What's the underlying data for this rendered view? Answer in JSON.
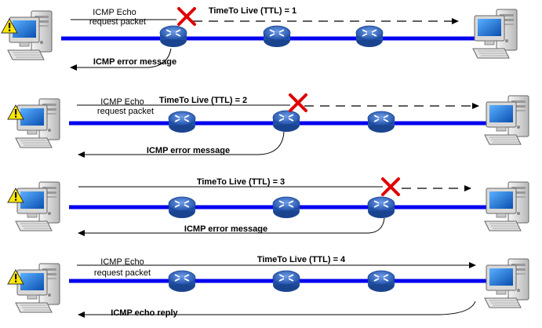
{
  "colors": {
    "link": "#0000ee",
    "router_fill": "#2a5db8",
    "router_top": "#5a8ad8",
    "fail_mark": "#e00000",
    "arrow": "#000000",
    "warning_fill": "#ffe800"
  },
  "icons": {
    "source_host": "computer-with-warning-icon",
    "destination_host": "computer-icon",
    "router": "router-icon",
    "drop": "red-x-icon"
  },
  "rows": [
    {
      "request_label_line1": "ICMP Echo",
      "request_label_line2": "request packet",
      "ttl_label": "TimeTo Live (TTL) = 1",
      "return_label": "ICMP error message",
      "drop_router": 1
    },
    {
      "request_label_line1": "ICMP Echo",
      "request_label_line2": "request packet",
      "ttl_label": "TimeTo Live (TTL) = 2",
      "return_label": "ICMP error message",
      "drop_router": 2
    },
    {
      "request_label_line1": "",
      "request_label_line2": "",
      "ttl_label": "TimeTo Live (TTL) = 3",
      "return_label": "ICMP error message",
      "drop_router": 3
    },
    {
      "request_label_line1": "ICMP Echo",
      "request_label_line2": "request packet",
      "ttl_label": "TimeTo Live (TTL) = 4",
      "return_label": "ICMP echo reply",
      "drop_router": 0
    }
  ]
}
